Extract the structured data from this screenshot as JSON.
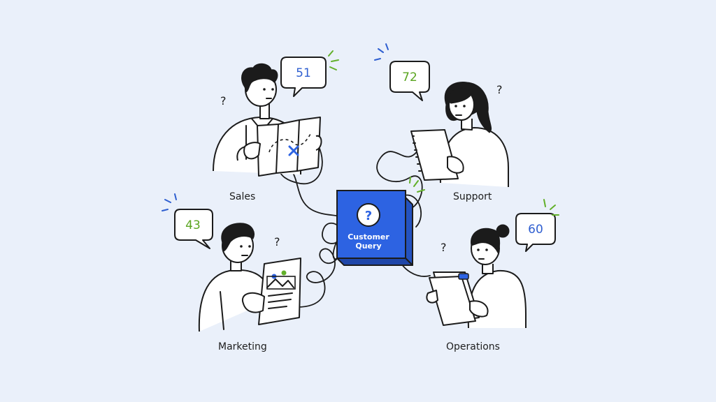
{
  "center": {
    "title": "Customer Query",
    "icon": "question-mark-icon"
  },
  "teams": [
    {
      "id": "sales",
      "label": "Sales",
      "score": "51",
      "score_color": "#2f5fd0",
      "prop": "treasure-map"
    },
    {
      "id": "support",
      "label": "Support",
      "score": "72",
      "score_color": "#5aa520",
      "prop": "notebook"
    },
    {
      "id": "marketing",
      "label": "Marketing",
      "score": "43",
      "score_color": "#5aa520",
      "prop": "flyer"
    },
    {
      "id": "operations",
      "label": "Operations",
      "score": "60",
      "score_color": "#2f5fd0",
      "prop": "clipboard"
    }
  ],
  "colors": {
    "background": "#eaf0fa",
    "box_blue": "#2d63e2",
    "accent_green": "#62b02a",
    "accent_blue": "#2f5fd0",
    "ink": "#1b1b1b"
  }
}
